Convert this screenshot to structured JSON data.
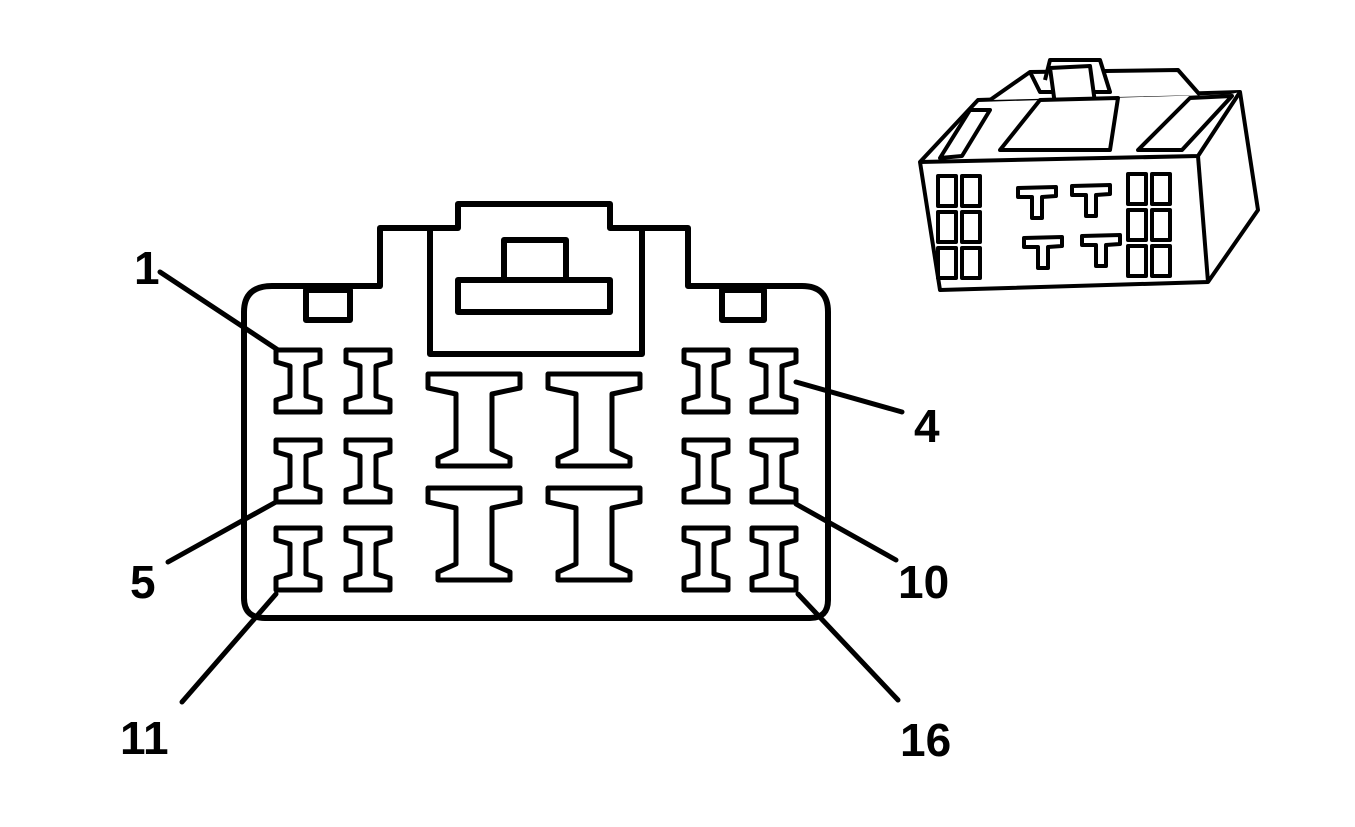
{
  "pin_labels": {
    "p1": "1",
    "p4": "4",
    "p5": "5",
    "p10": "10",
    "p11": "11",
    "p16": "16"
  },
  "colors": {
    "line": "#000000",
    "background": "#ffffff"
  }
}
